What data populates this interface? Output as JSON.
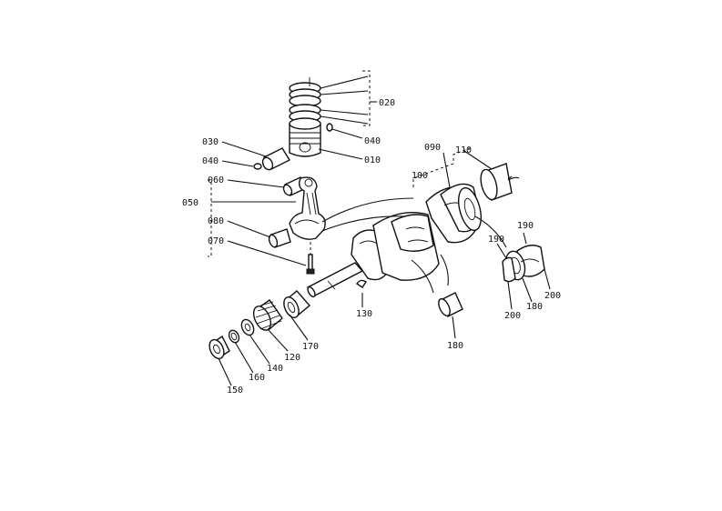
{
  "callouts": [
    {
      "id": "c010",
      "text": "010"
    },
    {
      "id": "c020",
      "text": "020"
    },
    {
      "id": "c030",
      "text": "030"
    },
    {
      "id": "c040a",
      "text": "040"
    },
    {
      "id": "c040b",
      "text": "040"
    },
    {
      "id": "c050",
      "text": "050"
    },
    {
      "id": "c060",
      "text": "060"
    },
    {
      "id": "c070",
      "text": "070"
    },
    {
      "id": "c080",
      "text": "080"
    },
    {
      "id": "c090",
      "text": "090"
    },
    {
      "id": "c100",
      "text": "100"
    },
    {
      "id": "c110",
      "text": "110"
    },
    {
      "id": "c120",
      "text": "120"
    },
    {
      "id": "c130",
      "text": "130"
    },
    {
      "id": "c140",
      "text": "140"
    },
    {
      "id": "c150",
      "text": "150"
    },
    {
      "id": "c160",
      "text": "160"
    },
    {
      "id": "c170",
      "text": "170"
    },
    {
      "id": "c180a",
      "text": "180"
    },
    {
      "id": "c180b",
      "text": "180"
    },
    {
      "id": "c190a",
      "text": "190"
    },
    {
      "id": "c190b",
      "text": "190"
    },
    {
      "id": "c200a",
      "text": "200"
    },
    {
      "id": "c200b",
      "text": "200"
    }
  ]
}
